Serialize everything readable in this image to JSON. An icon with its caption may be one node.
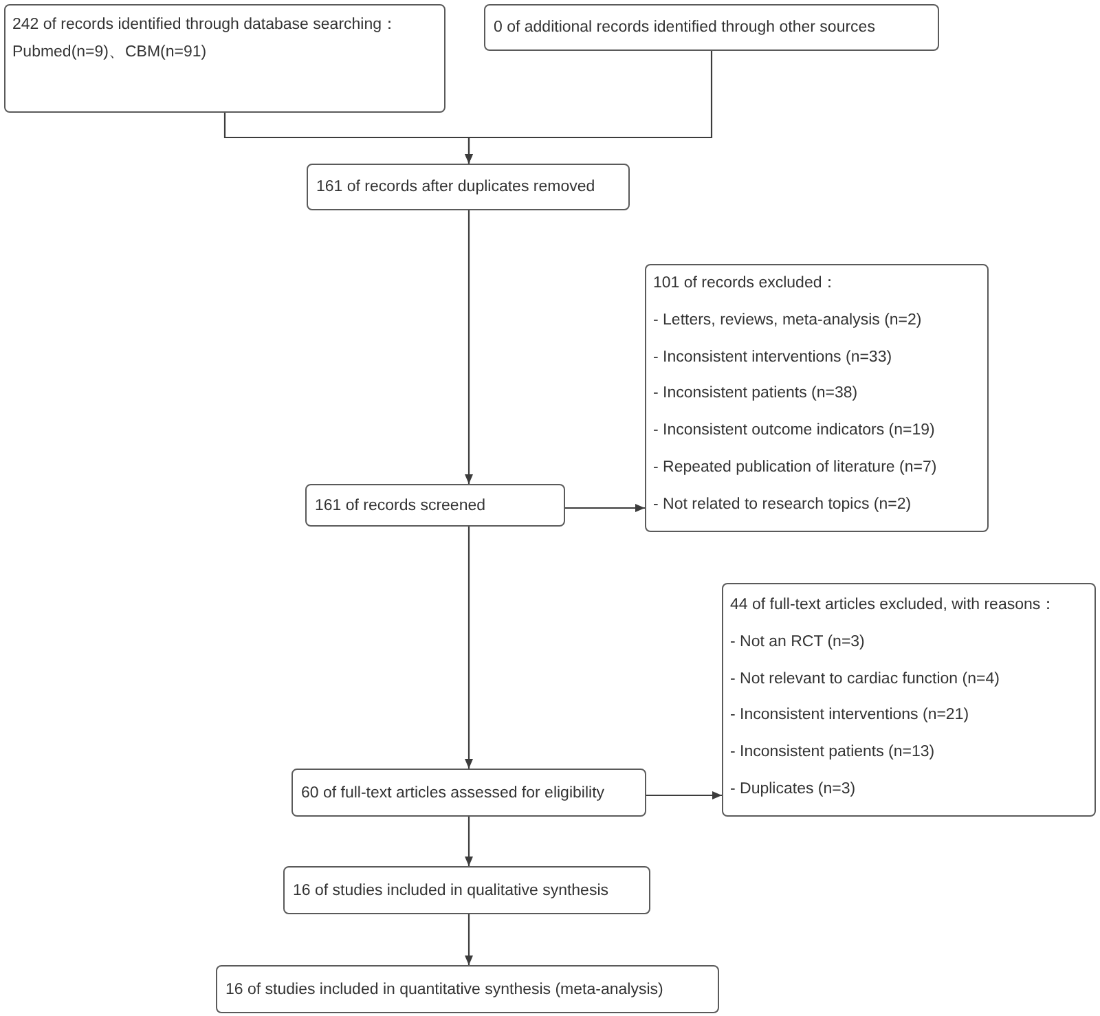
{
  "diagram": {
    "nodes": [
      {
        "text": [
          "242 of records identified through database searching：",
          "Pubmed(n=9)、CBM(n=91)"
        ]
      },
      {
        "text": [
          "0 of additional records identified through other sources"
        ]
      },
      {
        "text": [
          "161 of records after duplicates removed"
        ]
      },
      {
        "text": [
          "161 of records screened"
        ]
      },
      {
        "text": [
          "101 of records excluded：",
          "- Letters, reviews, meta-analysis (n=2)",
          "- Inconsistent interventions (n=33)",
          "- Inconsistent patients (n=38)",
          "- Inconsistent outcome indicators (n=19)",
          "- Repeated publication of literature (n=7)",
          "- Not related to research topics (n=2)"
        ]
      },
      {
        "text": [
          "60 of full-text articles assessed for eligibility"
        ]
      },
      {
        "text": [
          "44 of full-text articles excluded, with reasons：",
          "- Not an RCT (n=3)",
          "- Not relevant to cardiac function (n=4)",
          "- Inconsistent interventions (n=21)",
          "- Inconsistent patients (n=13)",
          "- Duplicates (n=3)"
        ]
      },
      {
        "text": [
          "16 of studies included in qualitative synthesis"
        ]
      },
      {
        "text": [
          "16 of studies included in quantitative synthesis (meta-analysis)"
        ]
      }
    ],
    "edges": [
      {
        "from": 0,
        "to": 2,
        "arrow": "to"
      },
      {
        "from": 1,
        "to": 2,
        "arrow": "to"
      },
      {
        "from": 2,
        "to": 3,
        "arrow": "to"
      },
      {
        "from": 3,
        "to": 4,
        "arrow": "to"
      },
      {
        "from": 3,
        "to": 5,
        "arrow": "to"
      },
      {
        "from": 5,
        "to": 6,
        "arrow": "to"
      },
      {
        "from": 5,
        "to": 7,
        "arrow": "to"
      },
      {
        "from": 7,
        "to": 8,
        "arrow": "to"
      }
    ]
  }
}
